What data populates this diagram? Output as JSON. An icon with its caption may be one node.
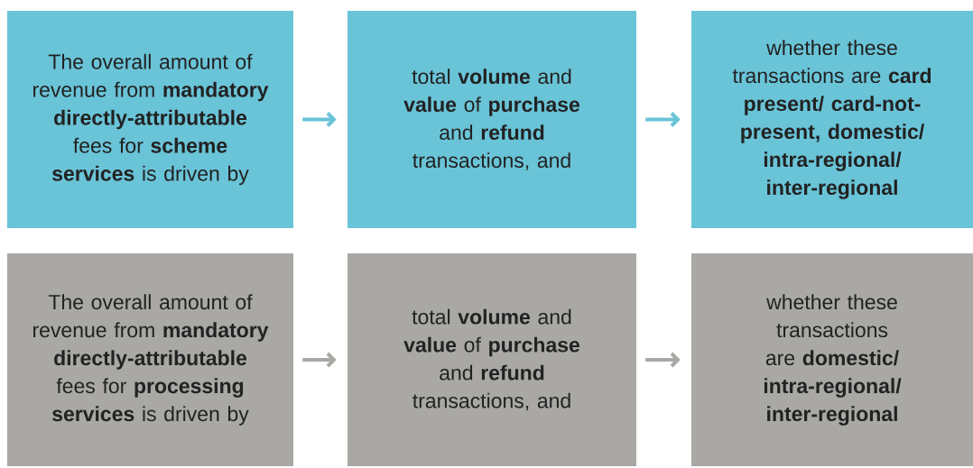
{
  "diagram": {
    "nodes": [
      {
        "text": [
          "The overall amount of revenue from **mandatory directly-attributable** fees for **scheme services** is driven by"
        ]
      },
      {
        "text": [
          "total **volume** and **value** of **purchase** and **refund** transactions, and"
        ]
      },
      {
        "text": [
          "whether these transactions are **card present/ card-not-present, domestic/ intra-regional/ inter-regional**"
        ]
      },
      {
        "text": [
          "The overall amount of revenue from **mandatory directly-attributable** fees for **processing services** is driven by"
        ]
      },
      {
        "text": [
          "total **volume** and **value** of **purchase** and **refund** transactions, and"
        ]
      },
      {
        "text": [
          "whether these transactions are **domestic/ intra-regional/ inter-regional**"
        ]
      }
    ],
    "edges": [
      {
        "from": 0,
        "to": 1,
        "arrow": "to",
        "color": "#6ac4d8"
      },
      {
        "from": 1,
        "to": 2,
        "arrow": "to",
        "color": "#6ac4d8"
      },
      {
        "from": 3,
        "to": 4,
        "arrow": "to",
        "color": "#a9a8a5"
      },
      {
        "from": 4,
        "to": 5,
        "arrow": "to",
        "color": "#a9a8a5"
      }
    ]
  }
}
